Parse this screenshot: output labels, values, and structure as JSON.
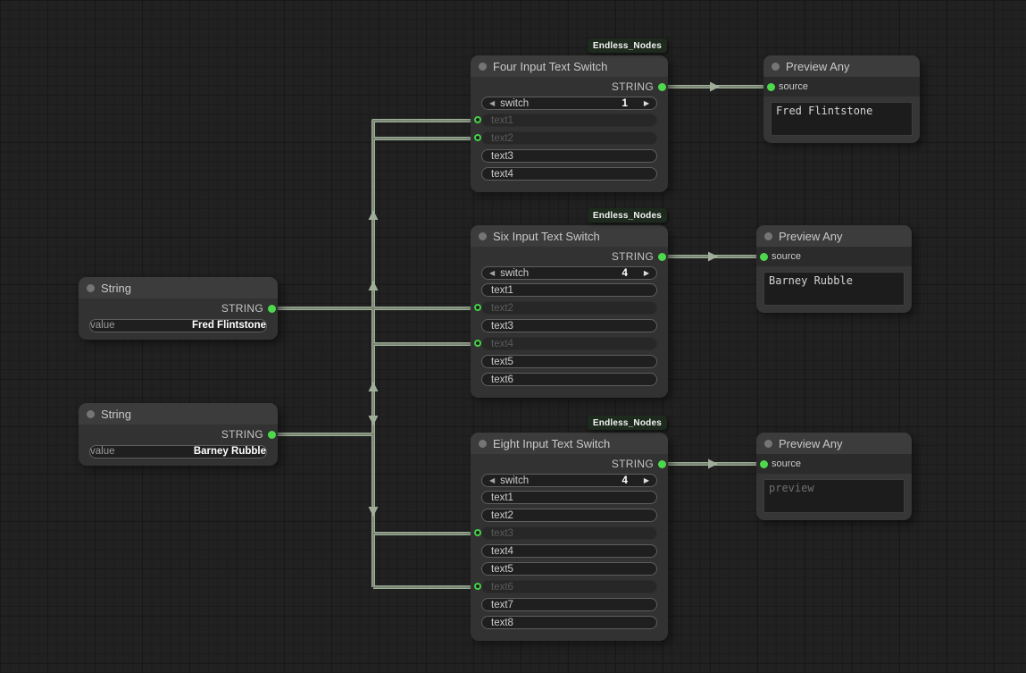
{
  "badge": {
    "label": "Endless_Nodes"
  },
  "icons": {
    "prev_arrow": "◀",
    "next_arrow": "▶"
  },
  "colors": {
    "accent_green": "#4cd94c",
    "wire": "#9fae99",
    "node_body": "#323232",
    "node_title": "#3c3c3c"
  },
  "string_nodes": [
    {
      "title": "String",
      "output_label": "STRING",
      "value_label": "value",
      "value": "Fred Flintstone"
    },
    {
      "title": "String",
      "output_label": "STRING",
      "value_label": "value",
      "value": "Barney Rubble"
    }
  ],
  "switch_nodes": [
    {
      "title": "Four Input Text Switch",
      "output_label": "STRING",
      "switch_label": "switch",
      "switch_value": "1",
      "texts": [
        {
          "label": "text1",
          "connected": true
        },
        {
          "label": "text2",
          "connected": true
        },
        {
          "label": "text3",
          "connected": false
        },
        {
          "label": "text4",
          "connected": false
        }
      ]
    },
    {
      "title": "Six Input Text Switch",
      "output_label": "STRING",
      "switch_label": "switch",
      "switch_value": "4",
      "texts": [
        {
          "label": "text1",
          "connected": false
        },
        {
          "label": "text2",
          "connected": true
        },
        {
          "label": "text3",
          "connected": false
        },
        {
          "label": "text4",
          "connected": true
        },
        {
          "label": "text5",
          "connected": false
        },
        {
          "label": "text6",
          "connected": false
        }
      ]
    },
    {
      "title": "Eight Input Text Switch",
      "output_label": "STRING",
      "switch_label": "switch",
      "switch_value": "4",
      "texts": [
        {
          "label": "text1",
          "connected": false
        },
        {
          "label": "text2",
          "connected": false
        },
        {
          "label": "text3",
          "connected": true
        },
        {
          "label": "text4",
          "connected": false
        },
        {
          "label": "text5",
          "connected": false
        },
        {
          "label": "text6",
          "connected": true
        },
        {
          "label": "text7",
          "connected": false
        },
        {
          "label": "text8",
          "connected": false
        }
      ]
    }
  ],
  "preview_nodes": [
    {
      "title": "Preview Any",
      "input_label": "source",
      "content": "Fred Flintstone"
    },
    {
      "title": "Preview Any",
      "input_label": "source",
      "content": "Barney Rubble"
    },
    {
      "title": "Preview Any",
      "input_label": "source",
      "content": "preview"
    }
  ]
}
